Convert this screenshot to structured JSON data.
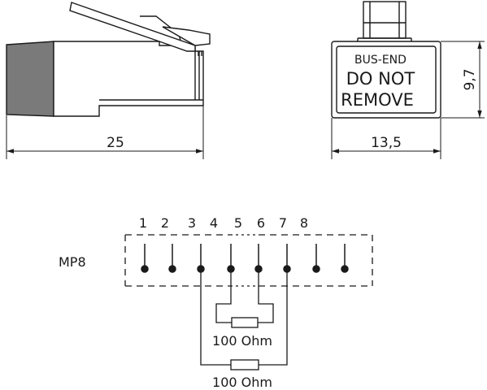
{
  "side_view": {
    "length_label": "25"
  },
  "front_view": {
    "width_label": "13,5",
    "height_label": "9,7",
    "label_line1": "BUS-END",
    "label_line2": "DO NOT",
    "label_line3": "REMOVE"
  },
  "schematic": {
    "connector_label": "MP8",
    "pins": [
      "1",
      "2",
      "3",
      "4",
      "5",
      "6",
      "7",
      "8"
    ],
    "resistor_inner_label": "100 Ohm",
    "resistor_outer_label": "100 Ohm"
  }
}
